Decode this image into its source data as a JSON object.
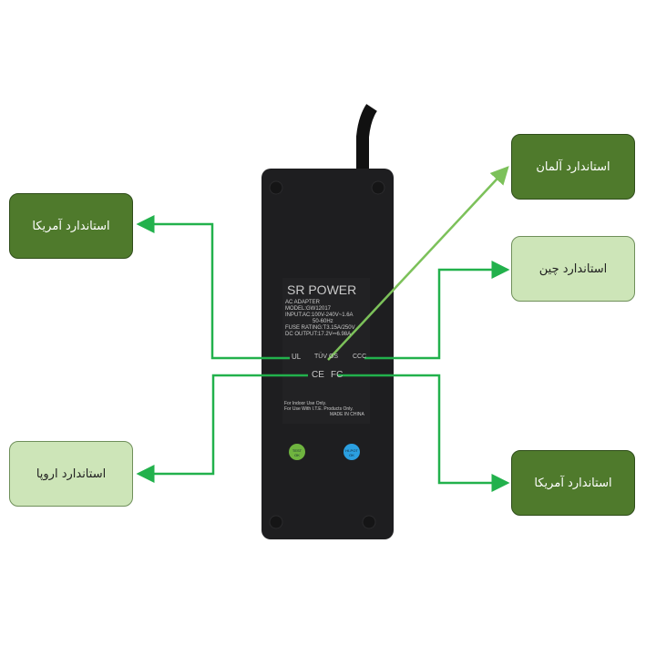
{
  "callouts": [
    {
      "label": "استاندارد آمریکا",
      "style": "dark"
    },
    {
      "label": "استاندارد آلمان",
      "style": "dark"
    },
    {
      "label": "استاندارد چین",
      "style": "light"
    },
    {
      "label": "استاندارد اروپا",
      "style": "light"
    },
    {
      "label": "استاندارد آمریکا",
      "style": "dark"
    }
  ],
  "adapter": {
    "brand": "SR POWER",
    "lines": [
      "AC ADAPTER",
      "MODEL:GW12017",
      "INPUT:AC:100V-240V~1.6A",
      "50-60Hz",
      "FUSE RATING:T3.15A/250V",
      "DC OUTPUT:17.2V⎓6.98A"
    ],
    "marks": [
      "UL",
      "TÜV GS",
      "CCC",
      "CE",
      "FC"
    ],
    "caution": [
      "For Indoor Use Only.",
      "For Use With I.T.E. Products Only.",
      "MADE IN CHINA"
    ],
    "test_badge": "TEST OK",
    "hipot_badge": "HI-POT OK"
  },
  "colors": {
    "dark_box": "#4f7a2c",
    "light_box": "#cde5b8",
    "connector": "#22b14c",
    "connector_light": "#7cc15a",
    "adapter": "#1e1e20"
  }
}
